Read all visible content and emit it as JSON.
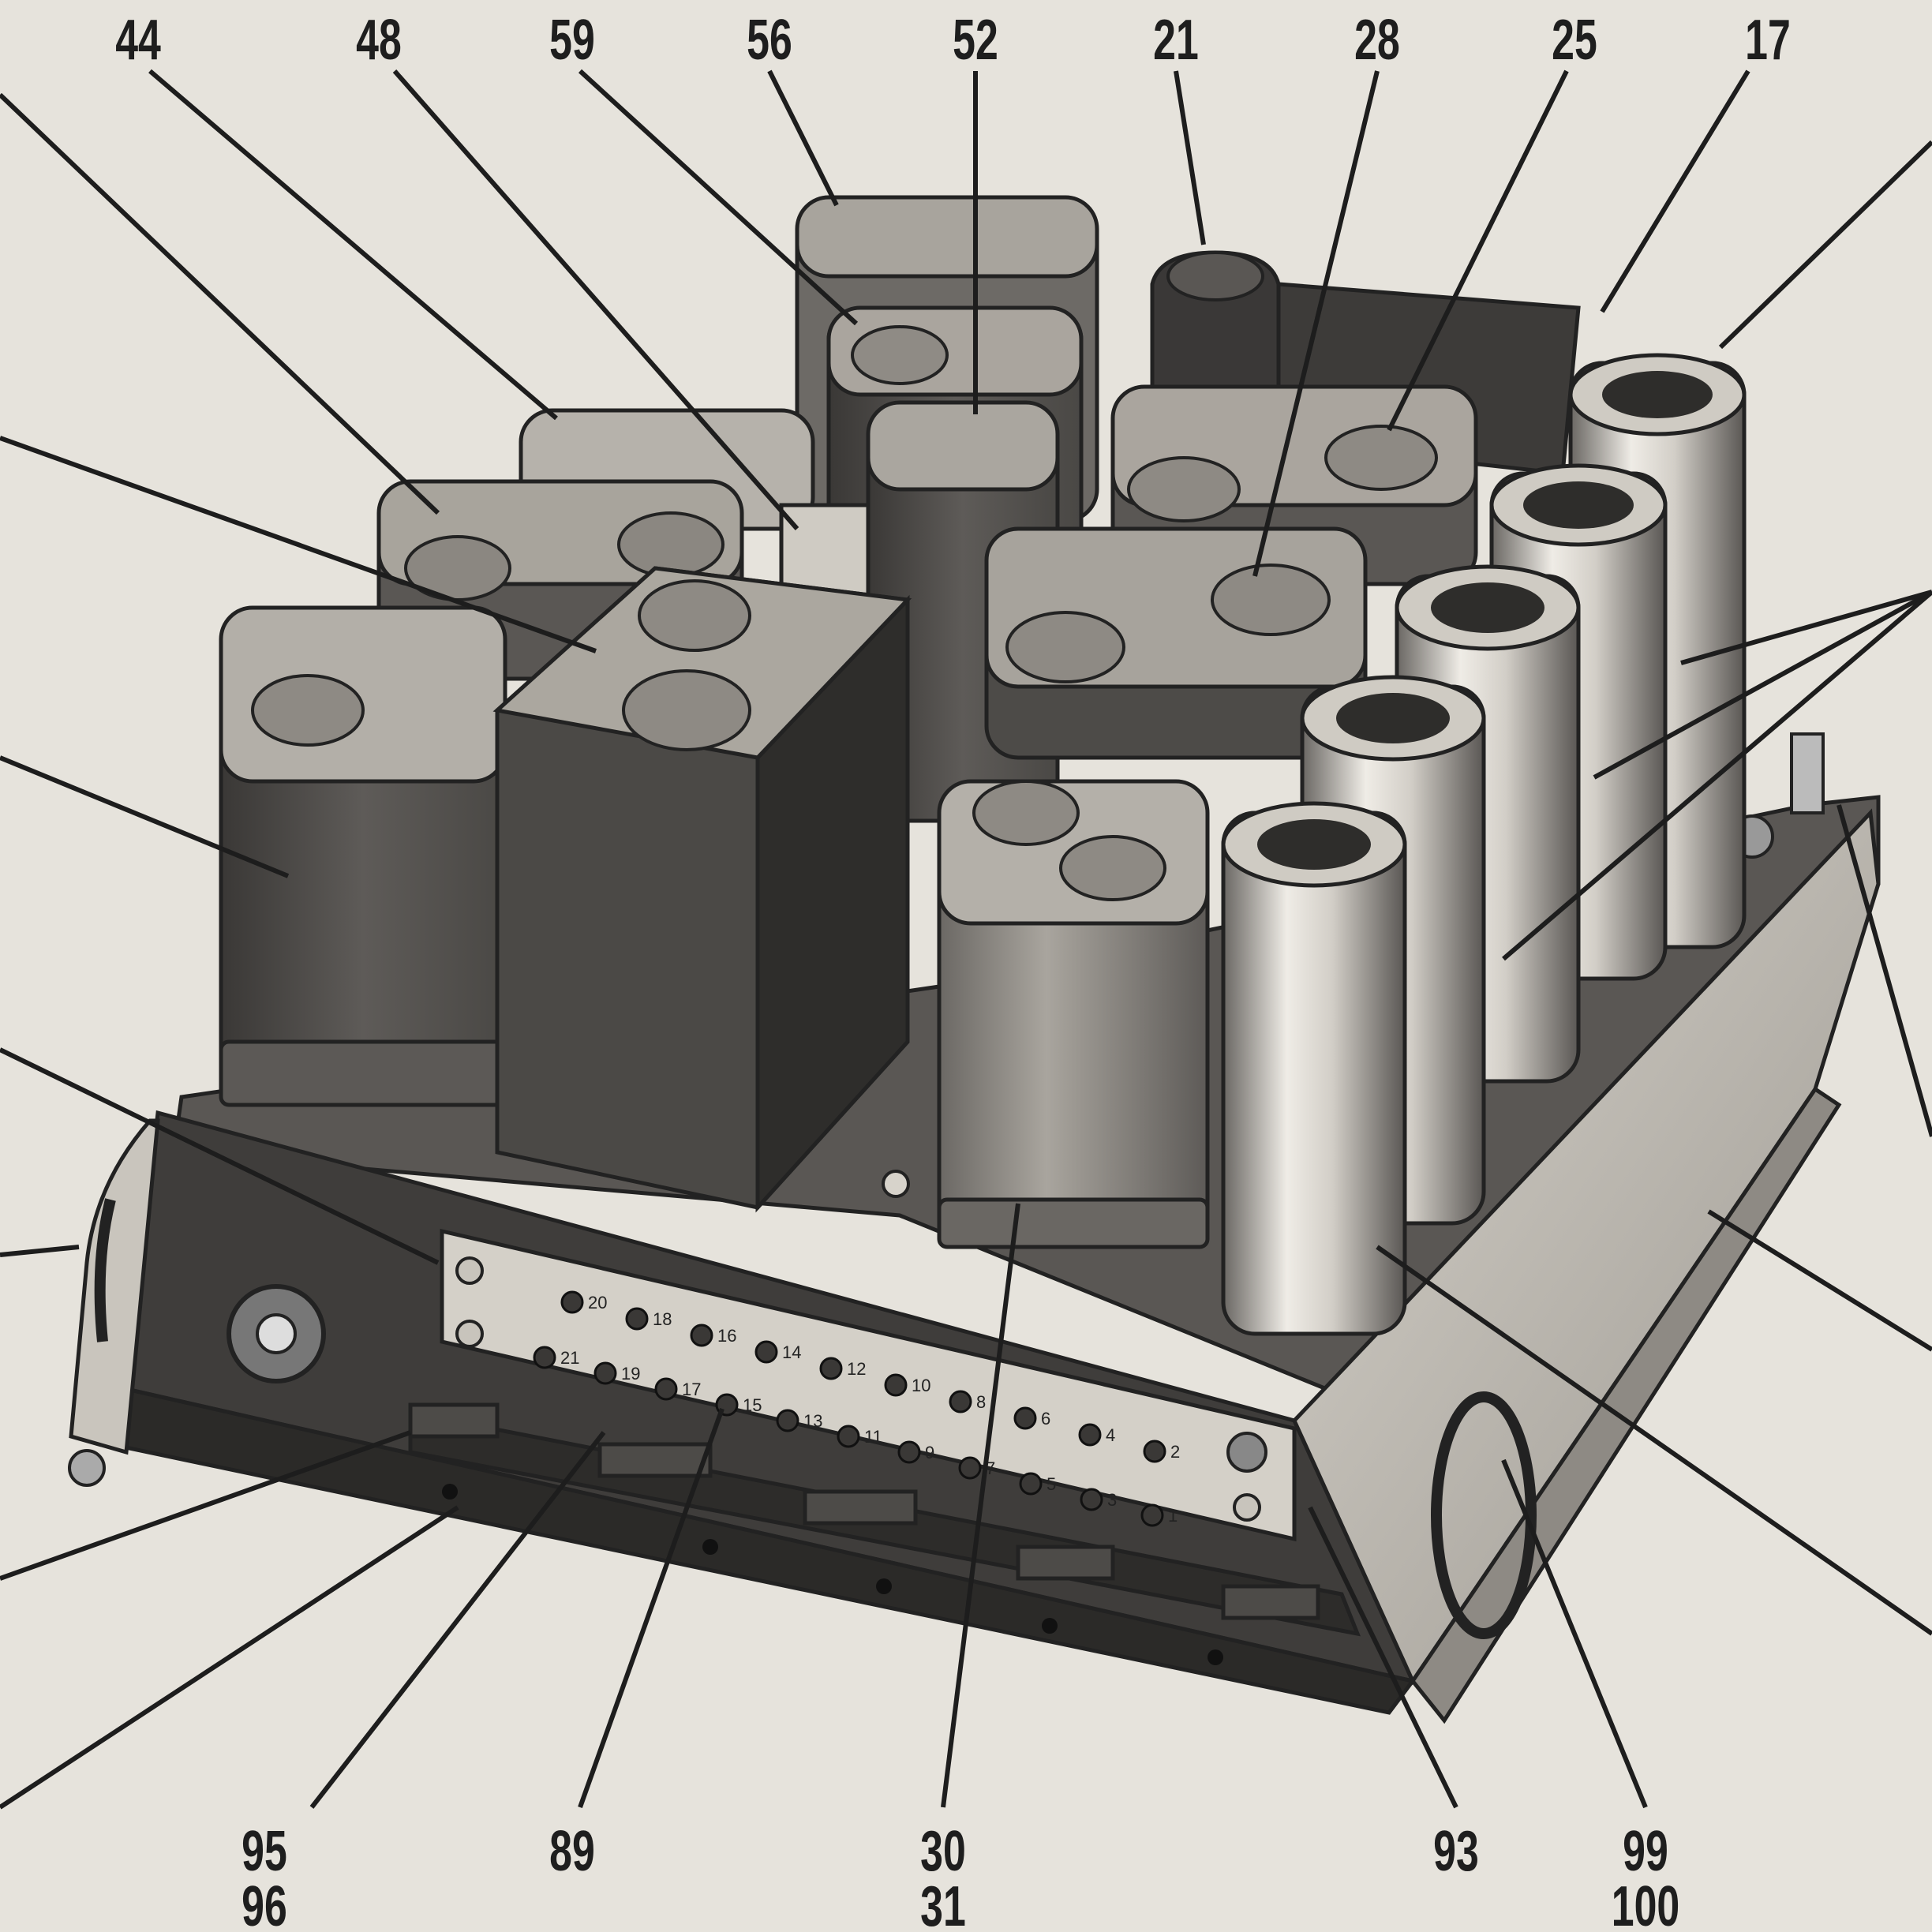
{
  "diagram": {
    "top_callouts": {
      "c44": "44",
      "c48": "48",
      "c59": "59",
      "c56": "56",
      "c52": "52",
      "c21": "21",
      "c28": "28",
      "c25": "25",
      "c17": "17"
    },
    "bottom_callouts": {
      "c95": "95",
      "c96": "96",
      "c89": "89",
      "c30": "30",
      "c31": "31",
      "c93": "93",
      "c99": "99",
      "c100": "100"
    },
    "terminal_board": {
      "top_row": [
        "20",
        "18",
        "16",
        "14",
        "12",
        "10",
        "8",
        "6",
        "4",
        "2"
      ],
      "bottom_row": [
        "21",
        "19",
        "17",
        "15",
        "13",
        "11",
        "9",
        "7",
        "5",
        "3",
        "1"
      ]
    },
    "colors": {
      "paper": "#e6e3dc",
      "chassis": "#4a4846",
      "can_dark": "#3c3a38",
      "can_light": "#bdb9b2",
      "ink": "#1d1d1d"
    }
  }
}
